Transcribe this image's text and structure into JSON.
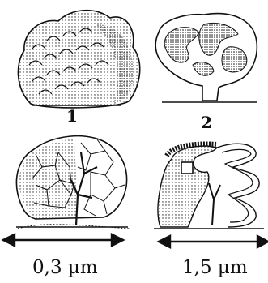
{
  "figure": {
    "labels": [
      "1",
      "2"
    ],
    "scale_bars": [
      "0,3 µm",
      "1,5 µm"
    ],
    "colors": {
      "ink": "#111111",
      "background": "#ffffff"
    }
  }
}
